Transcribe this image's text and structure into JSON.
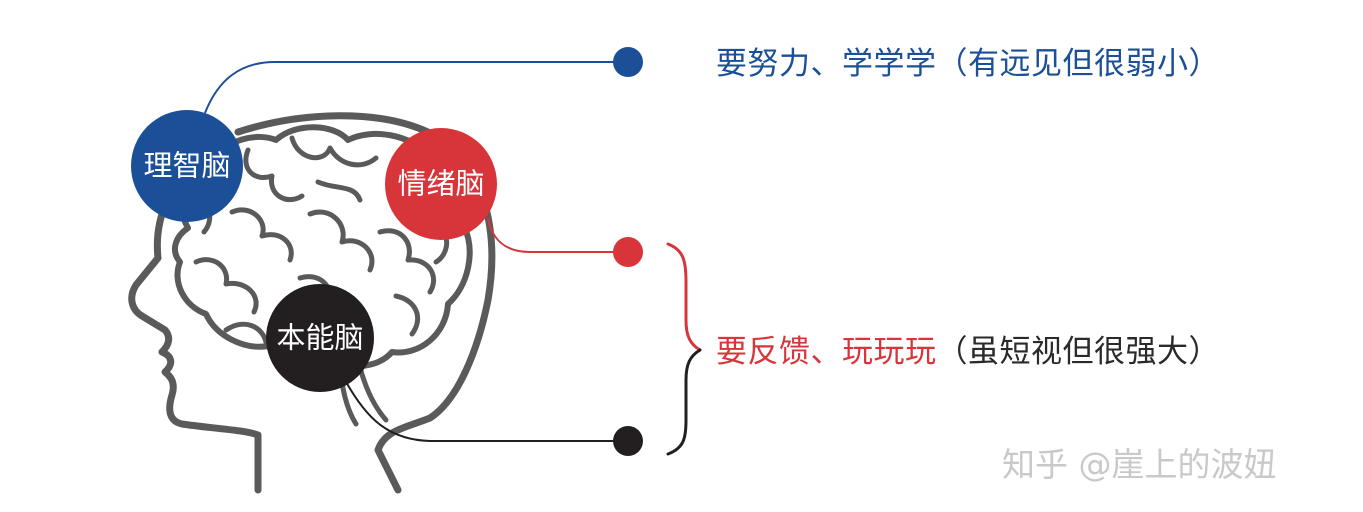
{
  "colors": {
    "rational": "#1b4f97",
    "emotional": "#d7353a",
    "instinct": "#231f20",
    "outline": "#5a5a5a",
    "neutral_text": "#2a2a2a",
    "watermark": "#c8c8c8"
  },
  "brain_regions": {
    "rational": "理智脑",
    "emotional": "情绪脑",
    "instinct": "本能脑"
  },
  "statements": {
    "top": {
      "main": "要努力、学学学",
      "note": "（有远见但很弱小）"
    },
    "bottom": {
      "main": "要反馈、玩玩玩",
      "note": "（虽短视但很强大）"
    }
  },
  "watermark": "知乎 @崖上的波妞"
}
